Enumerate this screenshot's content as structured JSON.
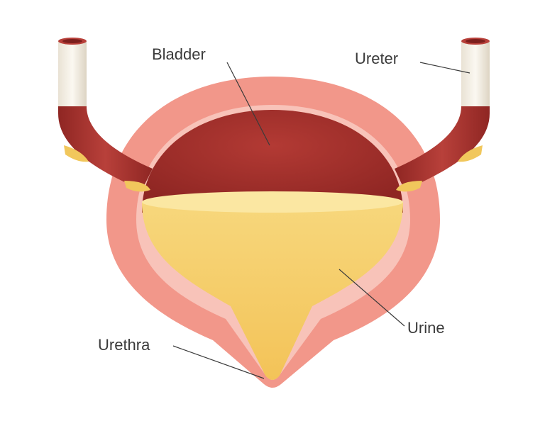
{
  "labels": {
    "bladder": "Bladder",
    "ureter": "Ureter",
    "urine": "Urine",
    "urethra": "Urethra"
  },
  "colors": {
    "bladder_wall_outer": "#f2978a",
    "bladder_wall_inner": "#f8c3b9",
    "bladder_cavity": "#a8302c",
    "ureter_tube": "#a62f2b",
    "ureter_opening": "#f4efe6",
    "urine": "#f5cf6a",
    "urine_surface": "#fbe7a2",
    "fat": "#f1c75c",
    "label_text": "#3a3a3a"
  },
  "icons": {
    "ureter_left": "tube-icon",
    "ureter_right": "tube-icon"
  }
}
